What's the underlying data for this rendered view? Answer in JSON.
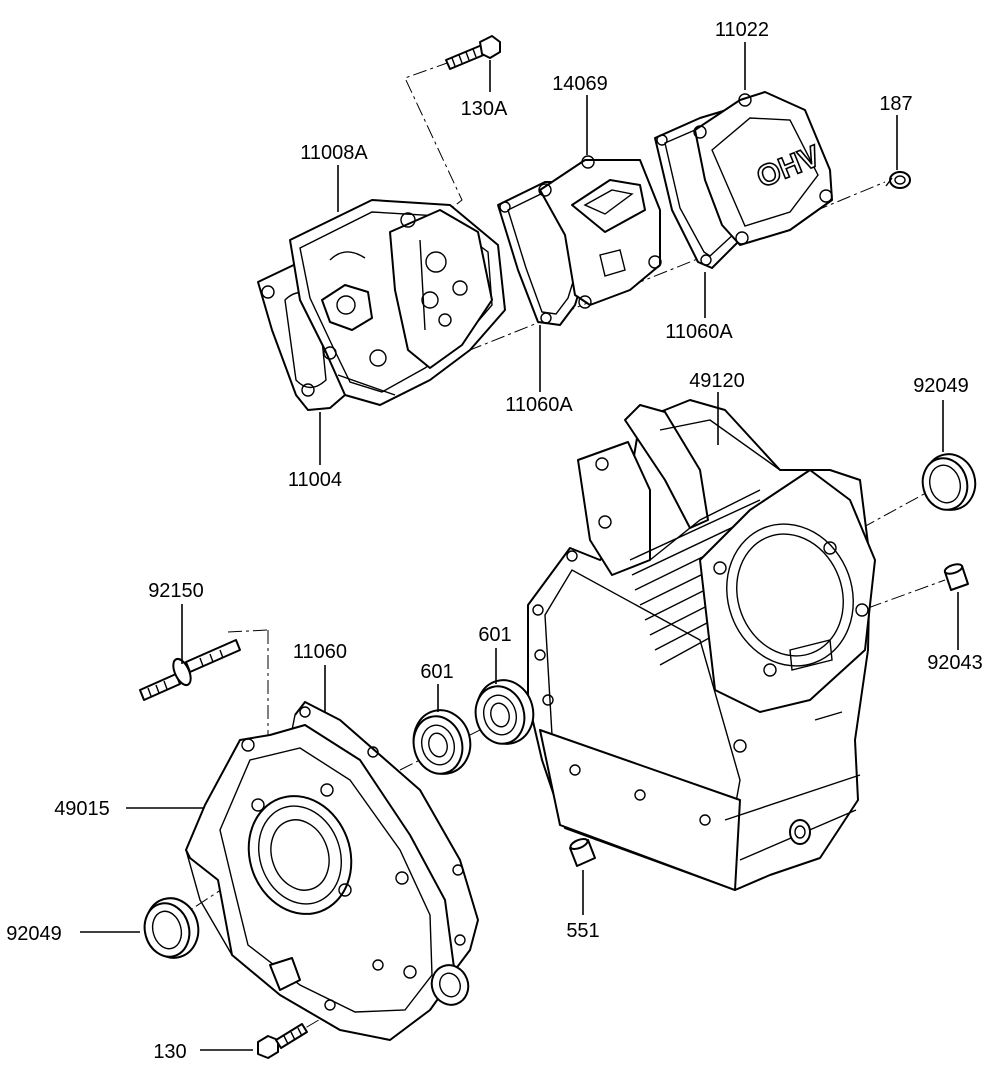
{
  "labels": {
    "p11022": "11022",
    "p130A": "130A",
    "p14069": "14069",
    "p187": "187",
    "p11008A": "11008A",
    "p11060A_right": "11060A",
    "p11060A_left": "11060A",
    "p11004": "11004",
    "p49120": "49120",
    "p92049_top": "92049",
    "p92150": "92150",
    "p11060": "11060",
    "p601_a": "601",
    "p601_b": "601",
    "p92043": "92043",
    "p49015": "49015",
    "p92049_bottom": "92049",
    "p551": "551",
    "p130": "130"
  },
  "cover_emboss": "OHV"
}
